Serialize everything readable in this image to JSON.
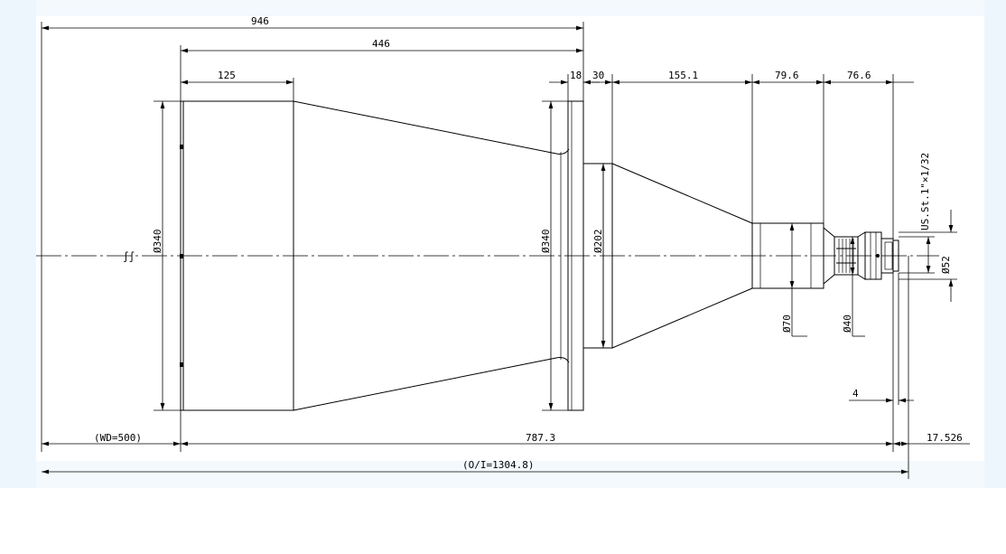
{
  "dimensions": {
    "overall_length": "946",
    "hood_to_flange": "446",
    "front_hood_length": "125",
    "flange_thickness": "18",
    "collar_length": "30",
    "cone_length": "155.1",
    "barrel_length": "79.6",
    "rear_section_length": "76.6",
    "front_diameter": "Ø340",
    "flange_diameter": "Ø340",
    "collar_diameter": "Ø202",
    "barrel_diameter": "Ø70",
    "rear_diameter": "Ø40",
    "mount_diameter": "Ø52",
    "mount_thread": "US.St.1\"×1/32",
    "flange_back": "4",
    "working_distance": "(WD=500)",
    "lens_length": "787.3",
    "back_focal": "17.526",
    "object_to_image": "(O/I=1304.8)"
  },
  "symbols": {
    "break_mark": "∫∫"
  },
  "colors": {
    "line": "#000000",
    "frame_tint": "#eef6fd"
  }
}
